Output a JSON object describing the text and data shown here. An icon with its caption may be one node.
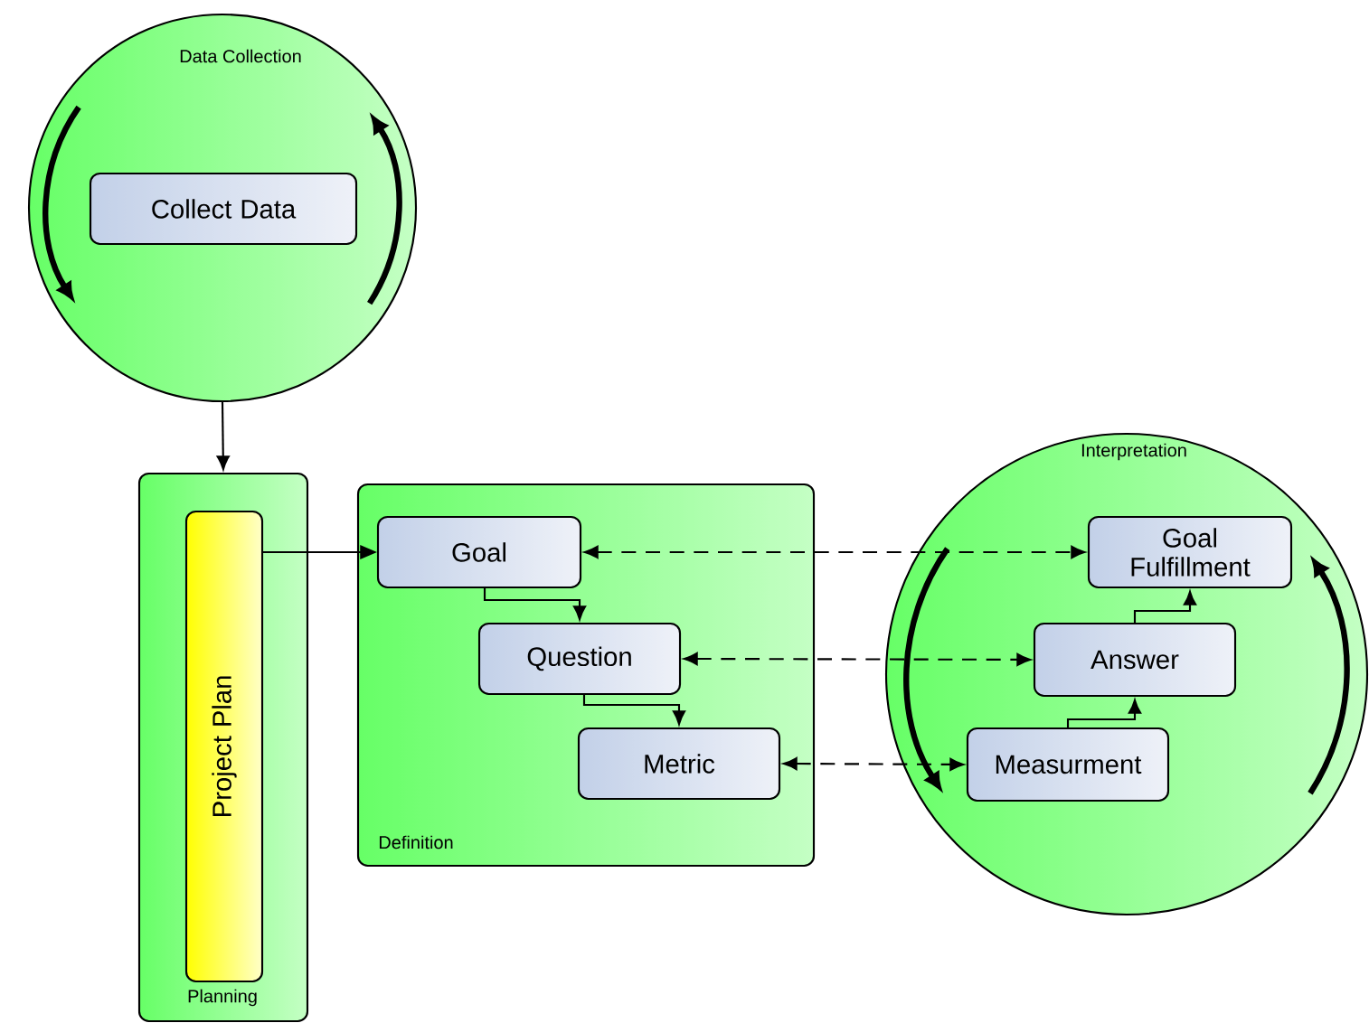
{
  "diagram": {
    "nodes": [
      {
        "text": [
          "Data Collection"
        ]
      },
      {
        "text": [
          "Collect Data"
        ],
        "in": 0
      },
      {
        "text": [
          "Planning"
        ]
      },
      {
        "text": [
          "Project Plan"
        ],
        "in": 2
      },
      {
        "text": [
          "Definition"
        ]
      },
      {
        "text": [
          "Goal"
        ],
        "in": 4
      },
      {
        "text": [
          "Question"
        ],
        "in": 4
      },
      {
        "text": [
          "Metric"
        ],
        "in": 4
      },
      {
        "text": [
          "Interpretation"
        ]
      },
      {
        "text": [
          "Goal Fulfillment"
        ],
        "in": 8
      },
      {
        "text": [
          "Answer"
        ],
        "in": 8
      },
      {
        "text": [
          "Measurment"
        ],
        "in": 8
      }
    ],
    "edges": [
      {
        "from": 0,
        "to": 2,
        "arrow": "to"
      },
      {
        "from": 3,
        "to": 5,
        "arrow": "to"
      },
      {
        "from": 5,
        "to": 6,
        "arrow": "to"
      },
      {
        "from": 6,
        "to": 7,
        "arrow": "to"
      },
      {
        "from": 5,
        "to": 9,
        "arrow": "both",
        "style": "dashed"
      },
      {
        "from": 6,
        "to": 10,
        "arrow": "both",
        "style": "dashed"
      },
      {
        "from": 7,
        "to": 11,
        "arrow": "both",
        "style": "dashed"
      },
      {
        "from": 11,
        "to": 10,
        "arrow": "to"
      },
      {
        "from": 10,
        "to": 9,
        "arrow": "to"
      }
    ]
  }
}
